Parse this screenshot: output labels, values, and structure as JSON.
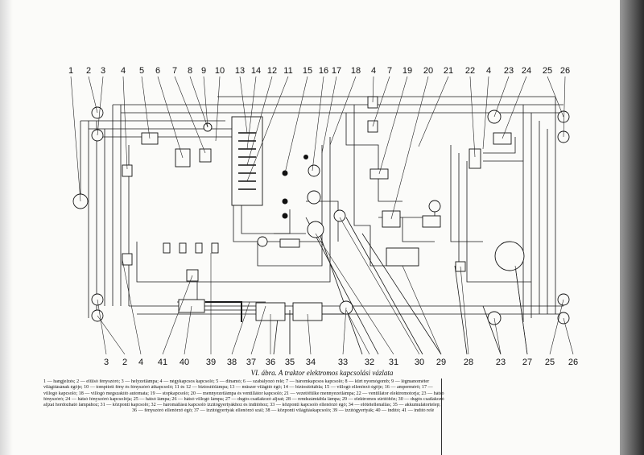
{
  "diagram": {
    "top_labels": [
      "1",
      "2",
      "3",
      "4",
      "5",
      "6",
      "7",
      "8",
      "9",
      "10",
      "13",
      "14",
      "12",
      "11",
      "15",
      "16",
      "17",
      "18",
      "4",
      "7",
      "19",
      "20",
      "21",
      "22",
      "4",
      "23",
      "24",
      "25",
      "26"
    ],
    "bottom_labels": [
      "3",
      "2",
      "4",
      "41",
      "40",
      "39",
      "38",
      "37",
      "36",
      "35",
      "34",
      "33",
      "32",
      "31",
      "30",
      "29",
      "28",
      "23",
      "27",
      "25",
      "26"
    ],
    "caption": "VI. ábra. A traktor elektromos kapcsolási vázlata",
    "legend_lines": [
      "1 — hangjelzés; 2 — elülső fényszóró; 3 — helyzetlámpa; 4 — négykapcsos kapcsoló; 5 — dinamó; 6 — szabályozó relé; 7 — háromkapcsos kapcsoló; 8 — kürt nyomógomb; 9 — légmanométer",
      "világításának égője; 10 — tompított fény és fényszóró átkapcsoló; 11 és 12 — biztosítólámpa; 13 — műszer világító égő; 14 — biztosítótábla; 15 — villogó ellenőrző égője; 16 — ampermérő; 17 —",
      "villogó kapcsoló; 18 — villogó megszakító automata; 19 — stopkapcsoló; 20 — mennyezetlámpa és ventillátor kapcsoló; 21 — vezetőfülke mennyezetlámpa; 22 — ventillátor elektromotorja; 23 — hátsó",
      "fényszóró; 24 — hátsó fényszóró kapcsolója; 25 — hátsó lámpa; 26 — hátsó villogó lámpa; 27 — dugós csatlakozó aljzat; 28 — rendszámtábla lámpa; 29 — elektromos sűrítőhöz; 30 — dugós csatlakozó",
      "aljzat hordozható lámpához; 31 — központi kapcsoló; 32 — háromállású kapcsoló izzítógyertyákhoz és indítóhoz; 33 — központi kapcsoló ellenőrző égő; 34 — előtétellenállás; 35 — akkumulátortelep;",
      "36 — fényszóró ellenőrző égő; 37 — izzítógyertyák ellenőrző szál; 38 — központi világításkapcsoló; 39 — izzítógyertyák; 40 — indító; 41 — indító relé"
    ]
  }
}
